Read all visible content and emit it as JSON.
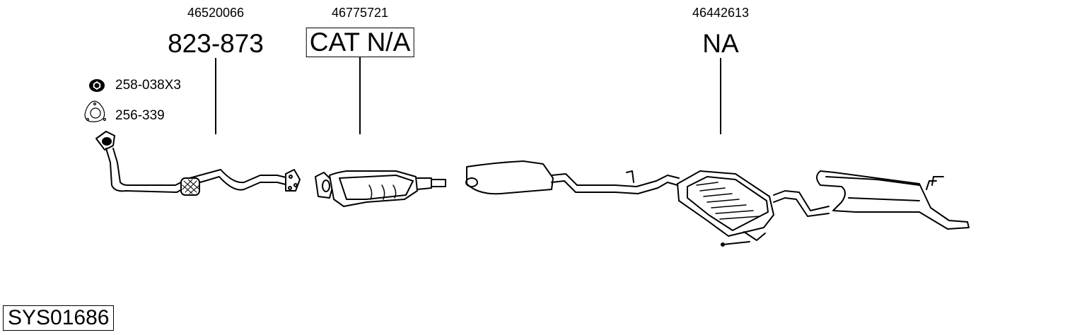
{
  "diagram": {
    "system_code": "SYS01686",
    "accessories": [
      {
        "icon": "flange-nut-icon",
        "label": "258-038X3"
      },
      {
        "icon": "gasket-icon",
        "label": "256-339"
      }
    ],
    "parts": [
      {
        "oem": "46520066",
        "part_no": "823-873",
        "boxed": false,
        "component": "front-pipe"
      },
      {
        "oem": "46775721",
        "part_no": "CAT N/A",
        "boxed": true,
        "component": "catalytic-converter"
      },
      {
        "oem": "46442613",
        "part_no": "NA",
        "boxed": false,
        "component": "rear-silencer-system"
      }
    ],
    "colors": {
      "line": "#000000",
      "background": "#ffffff"
    }
  }
}
